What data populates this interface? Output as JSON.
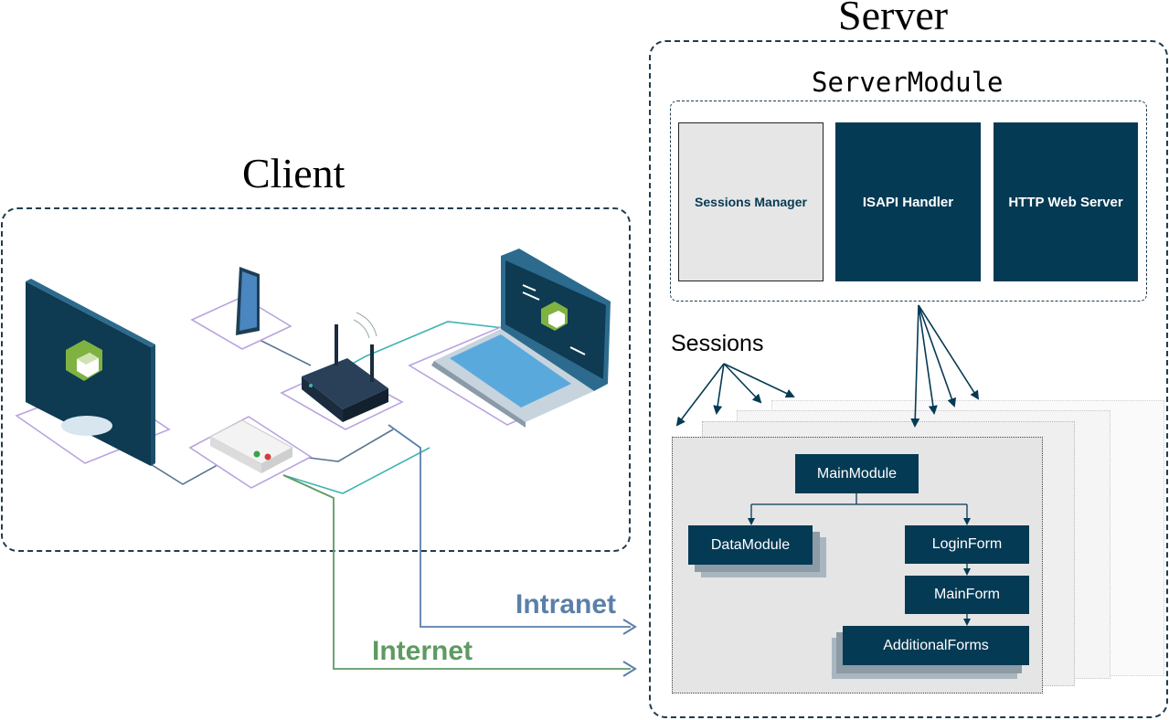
{
  "titles": {
    "client": "Client",
    "server": "Server",
    "server_module": "ServerModule",
    "sessions": "Sessions"
  },
  "server_module": {
    "sessions_manager": "Sessions Manager",
    "isapi_handler": "ISAPI Handler",
    "http_web_server": "HTTP Web Server"
  },
  "session_modules": {
    "main_module": "MainModule",
    "data_module": "DataModule",
    "login_form": "LoginForm",
    "main_form": "MainForm",
    "additional_forms": "AdditionalForms"
  },
  "connections": {
    "intranet": "Intranet",
    "internet": "Internet"
  },
  "colors": {
    "navy": "#053a54",
    "intranet": "#5b7fa8",
    "internet": "#5e9a62",
    "purple_outline": "#b9a3e0",
    "teal_line": "#3fb3b3"
  }
}
